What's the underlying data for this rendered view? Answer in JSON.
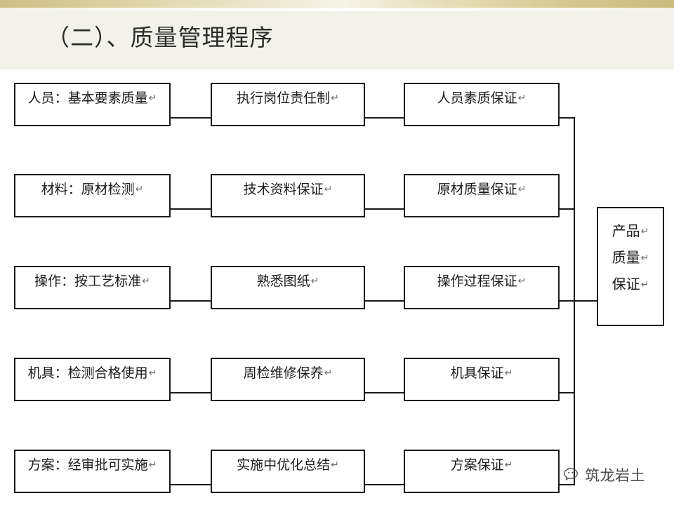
{
  "slide": {
    "title": "（二）、质量管理程序",
    "accent_color": "#cbbf86",
    "header_bg": "#f2f1ea",
    "line_color": "#1a1a1a",
    "text_color": "#1b1b1b"
  },
  "diagram": {
    "type": "flowchart",
    "pilcrow": "↵",
    "rows": [
      {
        "id": "row-personnel",
        "stage1": "人员：基本要素质量",
        "stage2": "执行岗位责任制",
        "stage3": "人员素质保证"
      },
      {
        "id": "row-material",
        "stage1": "材料：原材检测",
        "stage2": "技术资料保证",
        "stage3": "原材质量保证"
      },
      {
        "id": "row-operation",
        "stage1": "操作：按工艺标准",
        "stage2": "熟悉图纸",
        "stage3": "操作过程保证"
      },
      {
        "id": "row-machinery",
        "stage1": "机具：检测合格使用",
        "stage2": "周检维修保养",
        "stage3": "机具保证"
      },
      {
        "id": "row-scheme",
        "stage1": "方案：经审批可实施",
        "stage2": "实施中优化总结",
        "stage3": "方案保证"
      }
    ],
    "result": {
      "line1": "产品",
      "line2": "质量",
      "line3": "保证"
    }
  },
  "watermark": {
    "icon": "wechat-bubble-icon",
    "text": "筑龙岩土"
  }
}
